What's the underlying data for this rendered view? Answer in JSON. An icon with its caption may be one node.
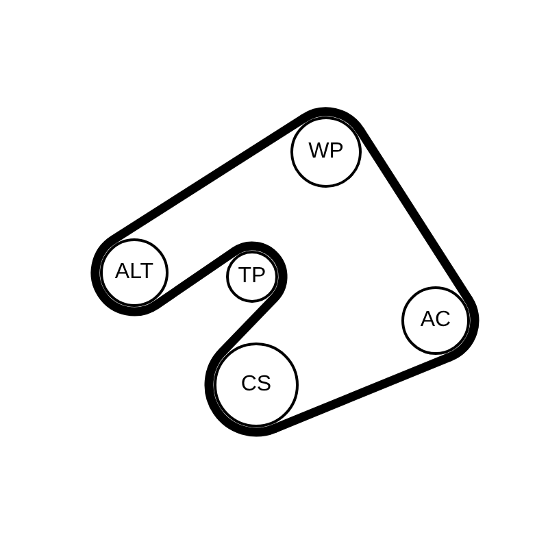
{
  "diagram": {
    "nodes": [
      {
        "text": [
          "WP"
        ]
      },
      {
        "text": [
          "ALT"
        ]
      },
      {
        "text": [
          "TP"
        ]
      },
      {
        "text": [
          "AC"
        ]
      },
      {
        "text": [
          "CS"
        ]
      }
    ],
    "edges": [
      {
        "from": 0,
        "to": 1,
        "arrow": "none"
      },
      {
        "from": 1,
        "to": 2,
        "arrow": "none"
      },
      {
        "from": 2,
        "to": 4,
        "arrow": "none"
      },
      {
        "from": 4,
        "to": 3,
        "arrow": "none"
      },
      {
        "from": 3,
        "to": 0,
        "arrow": "none"
      }
    ]
  }
}
